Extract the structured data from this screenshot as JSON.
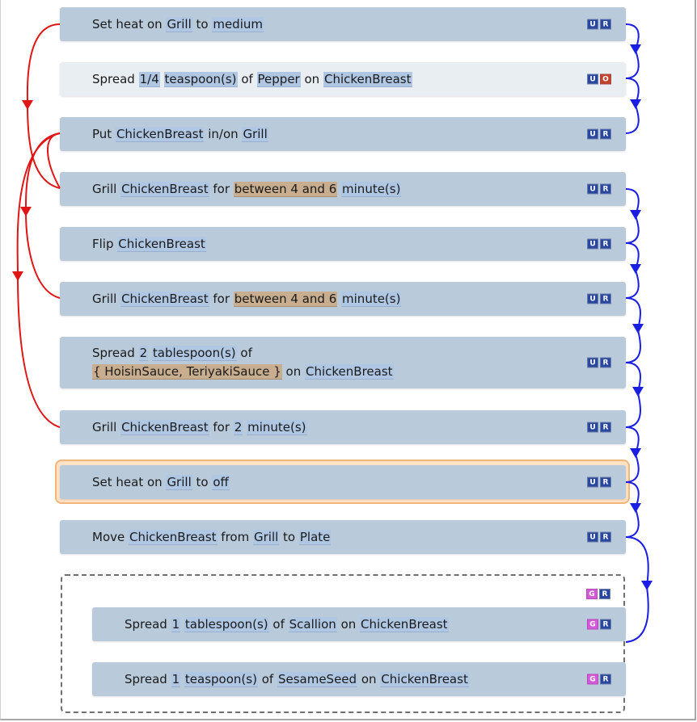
{
  "colors": {
    "step_bg": "#b9cbdb",
    "step_bg_light": "#e9eef3",
    "token": "#b0c7e4",
    "amount_token": "#c8ae8f",
    "selected_outline": "#f3b47a",
    "sequence_arrow": "#1a1ee0",
    "dependency_arrow": "#e01515",
    "group_border": "#707070"
  },
  "badge_labels": {
    "u": "U",
    "r": "R",
    "o": "O",
    "g": "G"
  },
  "steps": [
    {
      "t1": "Set heat on ",
      "tok1": "Grill",
      "t2": " to ",
      "tok2": "medium"
    },
    {
      "t1": "Spread ",
      "tok1": "1/4",
      "tok2": "teaspoon(s)",
      "t2": " of ",
      "tok3": "Pepper",
      "t3": " on ",
      "tok4": "ChickenBreast"
    },
    {
      "t1": "Put ",
      "tok1": "ChickenBreast",
      "t2": " in/on ",
      "tok2": "Grill"
    },
    {
      "t1": "Grill ",
      "tok1": "ChickenBreast",
      "t2": " for ",
      "tok2": "between 4 and 6",
      "tok3": "minute(s)"
    },
    {
      "t1": "Flip ",
      "tok1": "ChickenBreast"
    },
    {
      "t1": "Grill ",
      "tok1": "ChickenBreast",
      "t2": " for ",
      "tok2": "between 4 and 6",
      "tok3": "minute(s)"
    },
    {
      "t1": "Spread ",
      "tok1": "2",
      "tok2": "tablespoon(s)",
      "t2": " of",
      "tok3": "{ HoisinSauce, TeriyakiSauce }",
      "t3": " on ",
      "tok4": "ChickenBreast"
    },
    {
      "t1": "Grill ",
      "tok1": "ChickenBreast",
      "t2": " for ",
      "tok2": "2",
      "tok3": "minute(s)"
    },
    {
      "t1": "Set heat on ",
      "tok1": "Grill",
      "t2": " to ",
      "tok2": "off"
    },
    {
      "t1": "Move ",
      "tok1": "ChickenBreast",
      "t2": " from ",
      "tok2": "Grill",
      "t3": " to ",
      "tok3": "Plate"
    }
  ],
  "group_steps": [
    {
      "t1": "Spread ",
      "tok1": "1",
      "tok2": "tablespoon(s)",
      "t2": " of ",
      "tok3": "Scallion",
      "t3": " on ",
      "tok4": "ChickenBreast"
    },
    {
      "t1": "Spread ",
      "tok1": "1",
      "tok2": "teaspoon(s)",
      "t2": " of ",
      "tok3": "SesameSeed",
      "t3": " on ",
      "tok4": "ChickenBreast"
    }
  ]
}
